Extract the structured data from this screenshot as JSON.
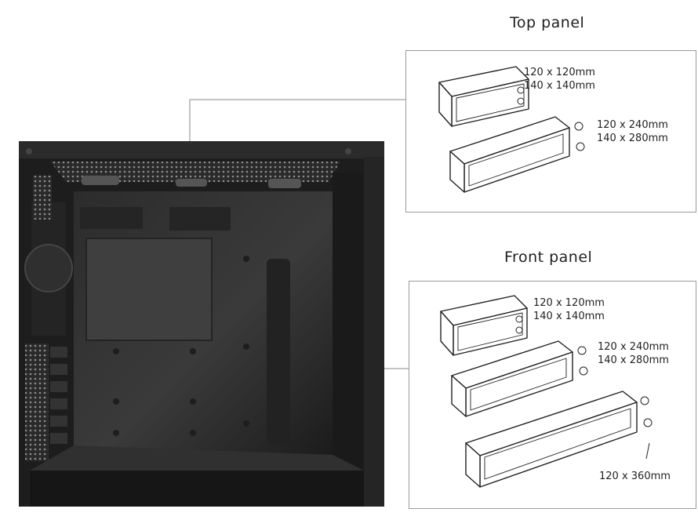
{
  "top_panel": {
    "title": "Top panel",
    "radiators": [
      {
        "sizes": [
          "120 x 120mm",
          "140 x 140mm"
        ]
      },
      {
        "sizes": [
          "120 x 240mm",
          "140 x 280mm"
        ]
      }
    ]
  },
  "front_panel": {
    "title": "Front panel",
    "radiators": [
      {
        "sizes": [
          "120 x 120mm",
          "140 x 140mm"
        ]
      },
      {
        "sizes": [
          "120 x 240mm",
          "140 x 280mm"
        ]
      },
      {
        "sizes": [
          "120 x 360mm"
        ]
      }
    ]
  },
  "colors": {
    "case_dark": "#1d1d1d",
    "case_mid": "#2f2f2f",
    "box_border": "#9a9a9a",
    "leader_line": "#8a8a8a"
  }
}
